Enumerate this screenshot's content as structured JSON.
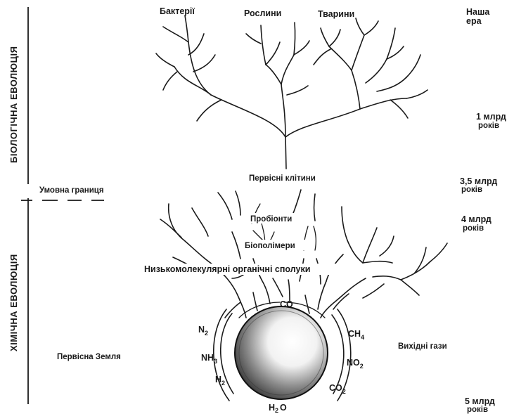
{
  "side_labels": {
    "biological": "БІОЛОГІЧНА ЕВОЛЮЦІЯ",
    "chemical": "ХІМІЧНА ЕВОЛЮЦІЯ"
  },
  "boundary": "Умовна границя",
  "kingdoms": {
    "bacteria": "Бактерії",
    "plants": "Рослини",
    "animals": "Тварини"
  },
  "timeline": {
    "now_1": "Наша",
    "now_2": "ера",
    "t1_1": "1 млрд",
    "t1_2": "років",
    "t35_1": "3,5 млрд",
    "t35_2": "років",
    "t4_1": "4 млрд",
    "t4_2": "років",
    "t5_1": "5 млрд",
    "t5_2": "років"
  },
  "stages": {
    "primary_cells": "Первісні клітини",
    "probionts": "Пробіонти",
    "biopolymers": "Біополімери",
    "low_molecular": "Низькомолекулярні органічні сполуки"
  },
  "earth": "Первісна Земля",
  "source_gases": "Вихідні гази",
  "gases": {
    "co": "CO",
    "n2": "N",
    "n2_sub": "2",
    "nh3": "NH",
    "nh3_sub": "3",
    "h2": "H",
    "h2_sub": "2",
    "ch4": "CH",
    "ch4_sub": "4",
    "no2": "NO",
    "no2_sub": "2",
    "co2": "CO",
    "co2_sub": "2",
    "h2o": "H",
    "h2o_sub": "2",
    "h2o_tail": "O"
  }
}
